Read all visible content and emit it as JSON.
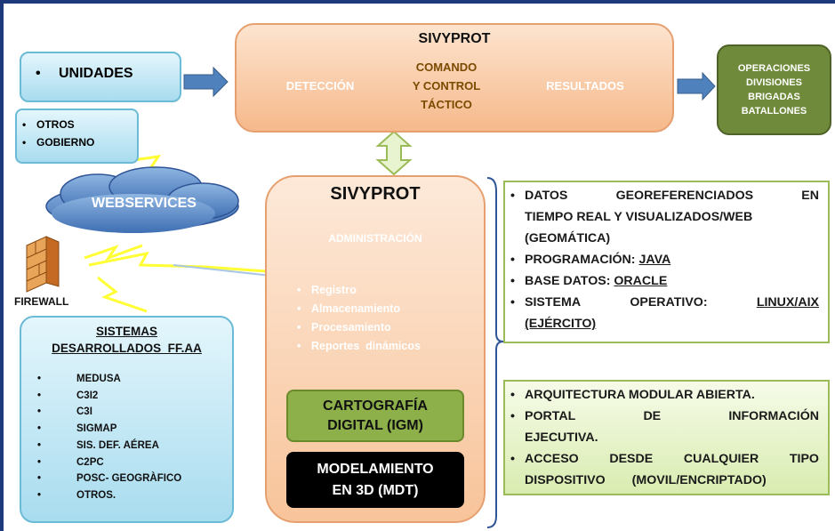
{
  "top": {
    "title": "SIVYPROT",
    "deteccion": "DETECCIÓN",
    "comando": [
      "COMANDO",
      "Y CONTROL",
      "TÁCTICO"
    ],
    "resultados": "RESULTADOS"
  },
  "unidades": "UNIDADES",
  "operaciones": [
    "OPERACIONES",
    "DIVISIONES",
    "BRIGADAS",
    "BATALLONES"
  ],
  "otros": [
    "OTROS",
    "GOBIERNO"
  ],
  "webservices": "WEBSERVICES",
  "firewall": "FIREWALL",
  "sistemas": {
    "title1": "SISTEMAS",
    "title2": "DESARROLLADOS  FF.AA",
    "items": [
      "MEDUSA",
      "C3I2",
      "C3I",
      "SIGMAP",
      "SIS. DEF. AÉREA",
      "C2PC",
      "POSC- GEOGRÀFICO",
      "OTROS."
    ]
  },
  "center": {
    "title": "SIVYPROT",
    "admin": "ADMINISTRACIÓN",
    "admin_items": [
      "Registro",
      "Almacenamiento",
      "Procesamiento",
      "Reportes  dinámicos"
    ],
    "cartografia": [
      "CARTOGRAFÍA",
      "DIGITAL (IGM)"
    ],
    "modelamiento": [
      "MODELAMIENTO",
      "EN 3D (MDT)"
    ]
  },
  "tech": {
    "datos": [
      "DATOS",
      "GEOREFERENCIADOS",
      "EN",
      "TIEMPO REAL Y VISUALIZADOS/WEB",
      "(GEOMÁTICA)"
    ],
    "prog_label": "PROGRAMACIÓN:",
    "prog_value": "JAVA",
    "base_label": "BASE DATOS:",
    "base_value": "ORACLE",
    "so_label1": "SISTEMA",
    "so_label2": "OPERATIVO:",
    "so_value": "LINUX/AIX",
    "so_value2": "(EJÉRCITO)"
  },
  "arch": {
    "item1": "ARQUITECTURA MODULAR ABIERTA.",
    "portal": [
      "PORTAL",
      "DE",
      "INFORMACIÓN"
    ],
    "portal2": "EJECUTIVA.",
    "acceso": [
      "ACCESO",
      "DESDE",
      "CUALQUIER",
      "TIPO"
    ],
    "dispositivo": "DISPOSITIVO",
    "movil": "(MOVIL/ENCRIPTADO)"
  },
  "colors": {
    "chevron_red": "#c0392b",
    "chevron_yellow": "#ffff00",
    "chevron_navy": "#1b2a44",
    "operaciones_green": "#6f8a3a",
    "arrow_blue": "#4f81bd",
    "cylinder_blue": "#4a78b8",
    "cartografia_green": "#8db04a",
    "border_green": "#9bbb59"
  }
}
